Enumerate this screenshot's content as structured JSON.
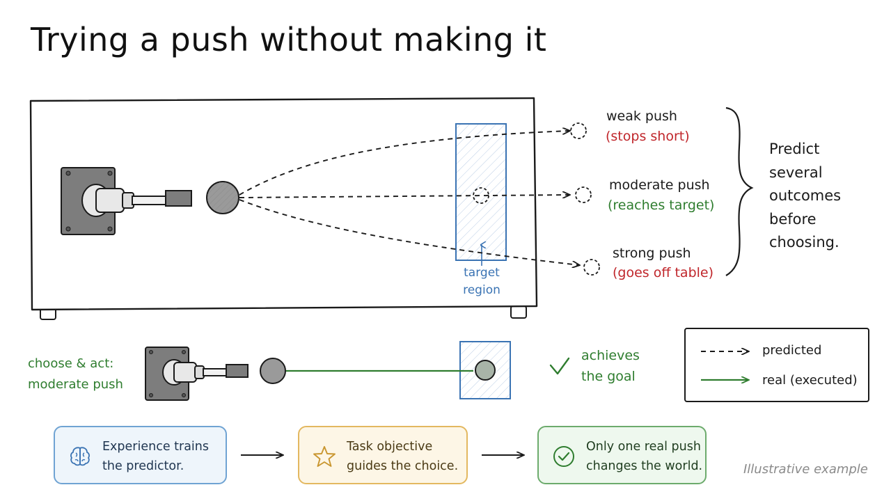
{
  "title": "Trying a push without making it",
  "outcomes": [
    {
      "name": "weak push",
      "result": "(stops short)",
      "color": "#c0262b"
    },
    {
      "name": "moderate push",
      "result": "(reaches target)",
      "color": "#2f7d2f"
    },
    {
      "name": "strong push",
      "result": "(goes off table)",
      "color": "#c0262b"
    }
  ],
  "predict_note": [
    "Predict",
    "several",
    "outcomes",
    "before",
    "choosing."
  ],
  "target_label": [
    "target",
    "region"
  ],
  "choose_label": [
    "choose & act:",
    "moderate push"
  ],
  "goal_label": [
    "achieves",
    "the goal"
  ],
  "legend": {
    "predicted": "predicted",
    "real": "real (executed)"
  },
  "steps": [
    {
      "icon": "brain-icon",
      "lines": [
        "Experience trains",
        "the predictor."
      ],
      "color": "#6fa3d3"
    },
    {
      "icon": "star-icon",
      "lines": [
        "Task objective",
        "guides the choice."
      ],
      "color": "#e3b860"
    },
    {
      "icon": "check-circle-icon",
      "lines": [
        "Only one real push",
        "changes the world."
      ],
      "color": "#6cab6c"
    }
  ],
  "footnote": "Illustrative example",
  "colors": {
    "predicted_arrow": "#1a1a1a",
    "real_arrow": "#2f7d2f",
    "target": "#3a73b3",
    "ball": "#9a9a9a",
    "gripper_base": "#7d7d7d"
  }
}
